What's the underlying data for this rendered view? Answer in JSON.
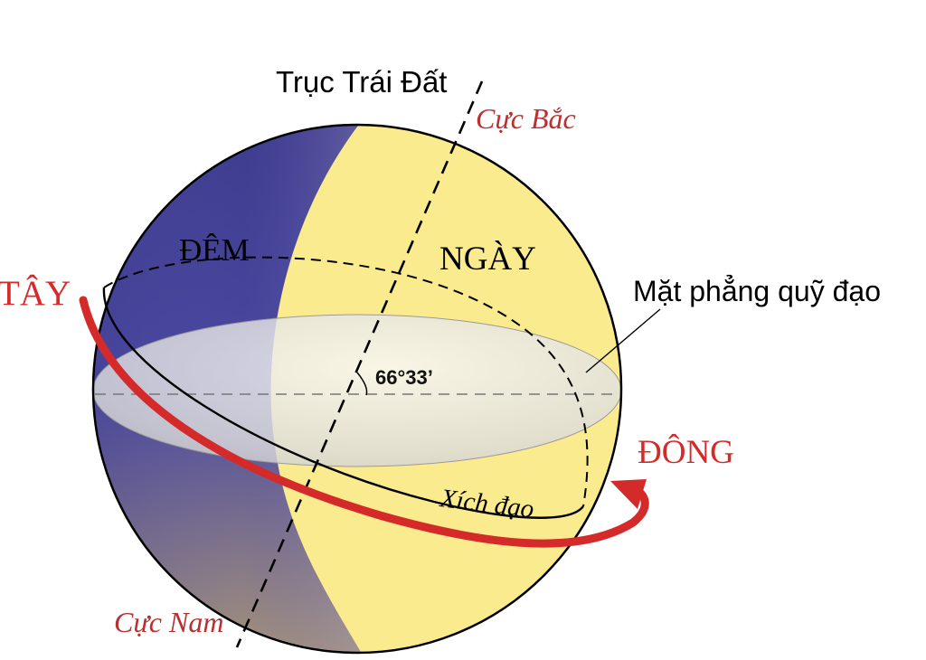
{
  "labels": {
    "axis": "Trục Trái Đất",
    "north_pole": "Cực Bắc",
    "south_pole": "Cực Nam",
    "night": "ĐÊM",
    "day": "NGÀY",
    "west": "TÂY",
    "east": "ĐÔNG",
    "orbital_plane": "Mặt phẳng quỹ đạo",
    "angle": "66°33’",
    "equator": "Xích đạo"
  },
  "colors": {
    "night": "#3d3b8e",
    "day": "#fbeb8f",
    "direction_red": "#d42a2a",
    "pole_label": "#b8302f",
    "orbital_plane": "#e6e6e6",
    "outline": "#000000"
  }
}
